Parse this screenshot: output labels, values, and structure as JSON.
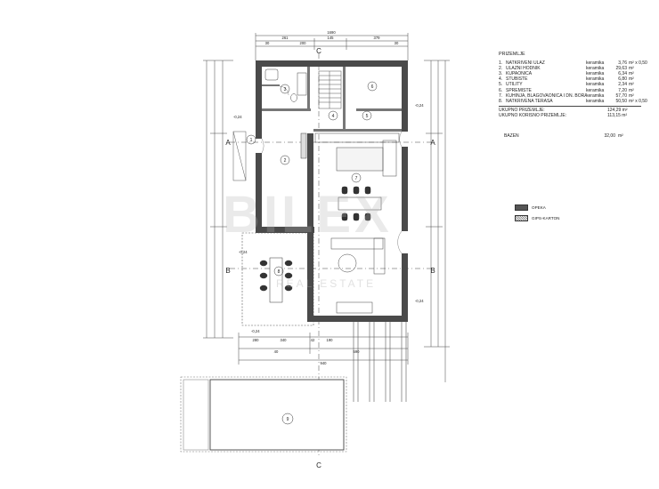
{
  "legend": {
    "title": "PRIZEMLJE",
    "rooms": [
      {
        "n": "1.",
        "name": "NATKRIVENI ULAZ",
        "material": "keramika",
        "area": "3,76",
        "unit": "m² x 0,50"
      },
      {
        "n": "2.",
        "name": "ULAZNI HODNIK",
        "material": "keramika",
        "area": "29,63",
        "unit": "m²"
      },
      {
        "n": "3.",
        "name": "KUPAONICA",
        "material": "keramika",
        "area": "6,34",
        "unit": "m²"
      },
      {
        "n": "4.",
        "name": "STUBIŠTE",
        "material": "keramika",
        "area": "6,80",
        "unit": "m²"
      },
      {
        "n": "5.",
        "name": "UTILITY",
        "material": "keramika",
        "area": "2,34",
        "unit": "m²"
      },
      {
        "n": "6.",
        "name": "SPREMIŠTE",
        "material": "keramika",
        "area": "7,20",
        "unit": "m²"
      },
      {
        "n": "7.",
        "name": "KUHINJA, BLAGOVAONICA I DN. BORAVAK",
        "material": "keramika",
        "area": "57,70",
        "unit": "m²"
      },
      {
        "n": "8.",
        "name": "NATKRIVENA TERASA",
        "material": "keramika",
        "area": "50,50",
        "unit": "m² x 0,50"
      }
    ],
    "total_label": "UKUPNO PRIZEMLJE:",
    "total_value": "124,29 m²",
    "net_label": "UKUPNO KORISNO PRIZEMLJE:",
    "net_value": "113,15 m²"
  },
  "pool": {
    "label": "BAZEN",
    "area": "32,00",
    "unit": "m²"
  },
  "materials": [
    {
      "swatch": "dark",
      "label": "OPEKA"
    },
    {
      "swatch": "hatch",
      "label": "GIPS-KARTON"
    }
  ],
  "plan": {
    "section_c": "C",
    "section_a": "A",
    "section_b": "B",
    "room_markers": [
      "1",
      "2",
      "3",
      "4",
      "5",
      "6",
      "7",
      "8",
      "9"
    ],
    "level_marks": [
      "-0,24",
      "-0,24",
      "-0,24",
      "-0,24",
      "-0,24"
    ],
    "dims_top": [
      "1690",
      "261",
      "145",
      "379",
      "30",
      "200",
      "30"
    ],
    "dims_bottom": [
      "280",
      "340",
      "190",
      "42",
      "40",
      "590",
      "940"
    ]
  },
  "watermark": {
    "brand": "BILEX",
    "sub": "REAL ESTATE"
  }
}
